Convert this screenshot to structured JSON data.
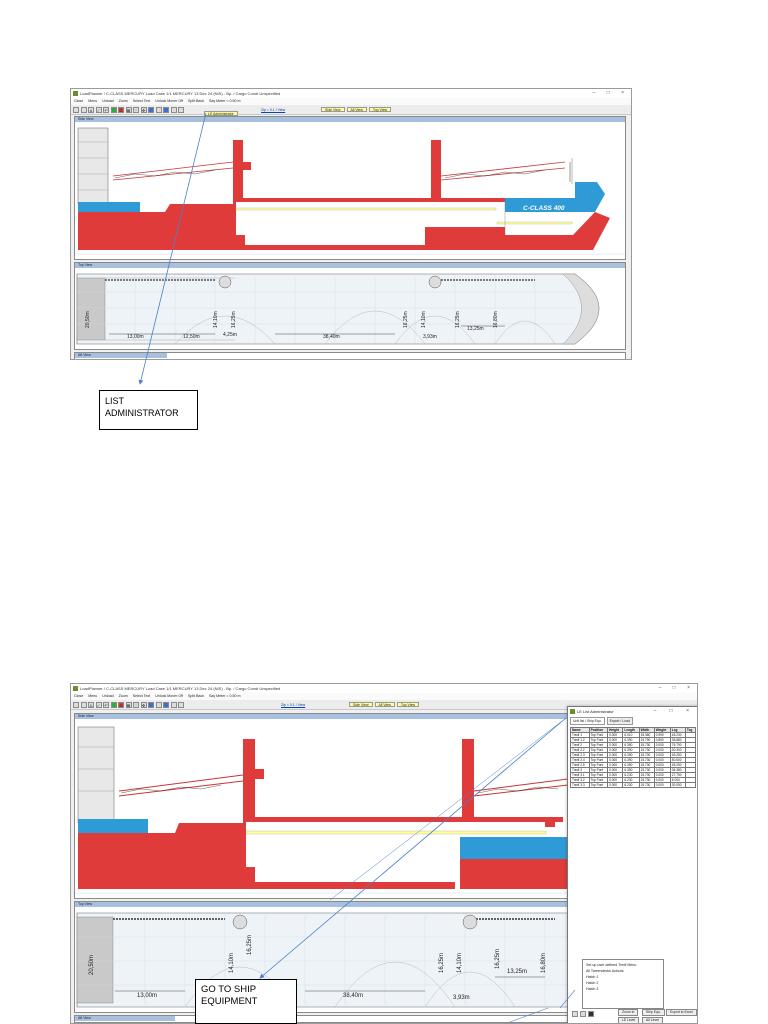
{
  "app": {
    "title": "LoadPlanner / C-CLASS MERCURY Load Case 1/1 MERCURY 13 Dec 24 (NIS) - Bp. / Cargo Comb Unspecified",
    "menu": [
      "Close",
      "Menu",
      "Unload",
      "Zoom",
      "Select Text",
      "Unlock Mover Off",
      "Split Back",
      "Say Meter = 0.50 m"
    ],
    "toolbar_icons": [
      "open-icon",
      "save-icon",
      "text-icon",
      "check-icon",
      "rotate-icon",
      "green-block-icon",
      "omega-icon",
      "grid-icon",
      "dots-icon",
      "move-icon",
      "home-icon",
      "print-icon",
      "chart-icon",
      "copy-icon",
      "table-icon"
    ],
    "view_buttons": [
      "Side View",
      "All View",
      "Top View"
    ],
    "zoom_label": "Zip = 0.1 / View",
    "list_admin_tag": "LE Administrator"
  },
  "panels": {
    "side_view": "Side View",
    "top_view": "Top View",
    "aft_view": "Aft View"
  },
  "ship": {
    "name": "C-CLASS 400",
    "dimensions": [
      "20,50m",
      "13,00m",
      "12,50m",
      "14,10m",
      "16,25m",
      "4,25m",
      "38,40m",
      "16,25m",
      "14,10m",
      "16,25m",
      "3,93m",
      "13,25m",
      "16,80m"
    ]
  },
  "dialog": {
    "title": "LE List Administrator",
    "tabs": [
      "Unit list / Ship Equ.",
      "Export / Load"
    ],
    "columns": [
      "Name",
      "Position",
      "Height",
      "Length",
      "Width",
      "Weight",
      "Lcg",
      "Tcg"
    ],
    "rows": [
      [
        "Tredf 1",
        "Top Pont",
        "0.000",
        "6.010",
        "15.360",
        "0.990",
        "45.230",
        ""
      ],
      [
        "Tredf 1.2",
        "Top Pont",
        "0.000",
        "6.390",
        "15.790",
        "0.890",
        "36.880",
        ""
      ],
      [
        "Tredf 2",
        "Top Pont",
        "0.000",
        "6.390",
        "15.730",
        "0.000",
        "76.790",
        ""
      ],
      [
        "Tredf 2.2",
        "Top Pont",
        "0.000",
        "6.390",
        "15.730",
        "0.000",
        "30.300",
        ""
      ],
      [
        "Tredf 2.3",
        "Top Pont",
        "0.000",
        "6.390",
        "15.730",
        "0.000",
        "45.250",
        ""
      ],
      [
        "Tredf 2.4",
        "Top Pont",
        "0.000",
        "6.390",
        "15.730",
        "0.000",
        "50.600",
        ""
      ],
      [
        "Tredf 2.5",
        "Top Pont",
        "0.000",
        "6.390",
        "15.730",
        "0.000",
        "45.250",
        ""
      ],
      [
        "Tredf 3",
        "Top Pont",
        "0.000",
        "6.390",
        "15.730",
        "0.000",
        "36.380",
        ""
      ],
      [
        "Tredf 3.1",
        "Top Pont",
        "0.000",
        "6.230",
        "15.730",
        "0.000",
        "27.750",
        ""
      ],
      [
        "Tredf 3.2",
        "Top Pont",
        "0.000",
        "6.230",
        "15.730",
        "0.000",
        "6.000",
        ""
      ],
      [
        "Tredf 3.3",
        "Top Pont",
        "0.000",
        "6.230",
        "15.730",
        "0.000",
        "30.050",
        ""
      ]
    ],
    "context_menu": [
      "Set up user defined Tredf Menu",
      "All Tweendecks Actions",
      "Hatch 1",
      "Hatch 2",
      "Hatch 3"
    ],
    "buttons": [
      "Zoom In",
      "Ship Equ.",
      "Export to Excel",
      "LE Level",
      "All Level"
    ]
  },
  "callouts": {
    "list_admin": "LIST ADMINISTRATOR",
    "ship_equipment": "GO TO SHIP EQUIPMENT"
  }
}
